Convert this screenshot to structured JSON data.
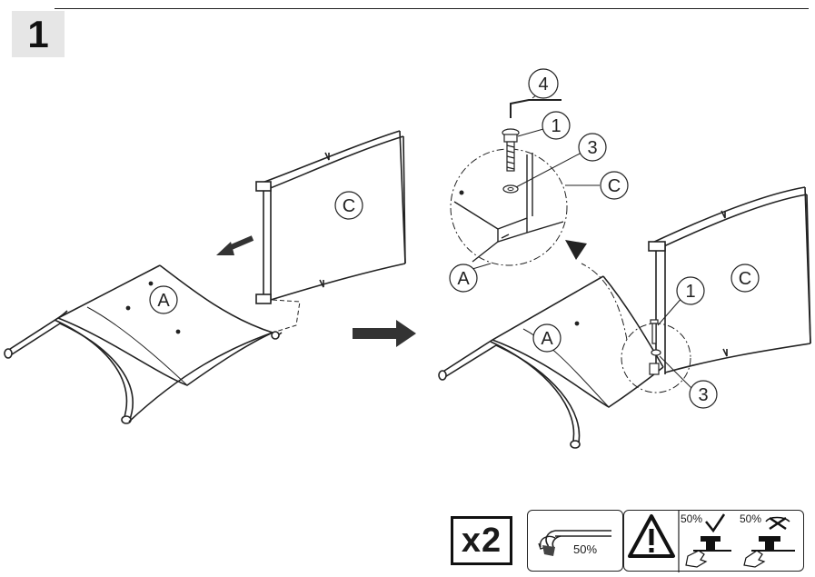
{
  "step": {
    "number": "1"
  },
  "labels": {
    "part_a": "A",
    "part_c": "C",
    "screw": "1",
    "washer": "3",
    "hex_key": "4"
  },
  "legend": {
    "quantity": "x2",
    "tool_torque": "50%",
    "torque_ok": "50%",
    "torque_bad": "50%"
  },
  "icons": [
    "hex-key-icon",
    "rotate-icon",
    "warning-icon",
    "check-icon",
    "cross-icon",
    "hand-tighten-icon"
  ]
}
